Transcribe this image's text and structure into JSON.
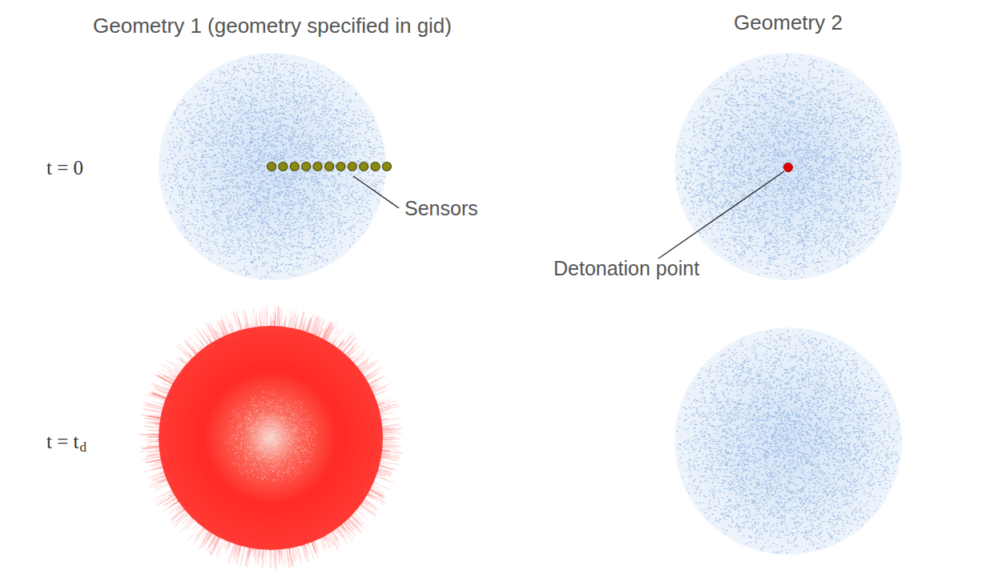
{
  "diagram": {
    "labels": [
      "Geometry 1 (geometry specified in gid)",
      "Geometry 2",
      "t = 0",
      "t = t",
      "d",
      "Sensors",
      "Detonation point"
    ]
  }
}
